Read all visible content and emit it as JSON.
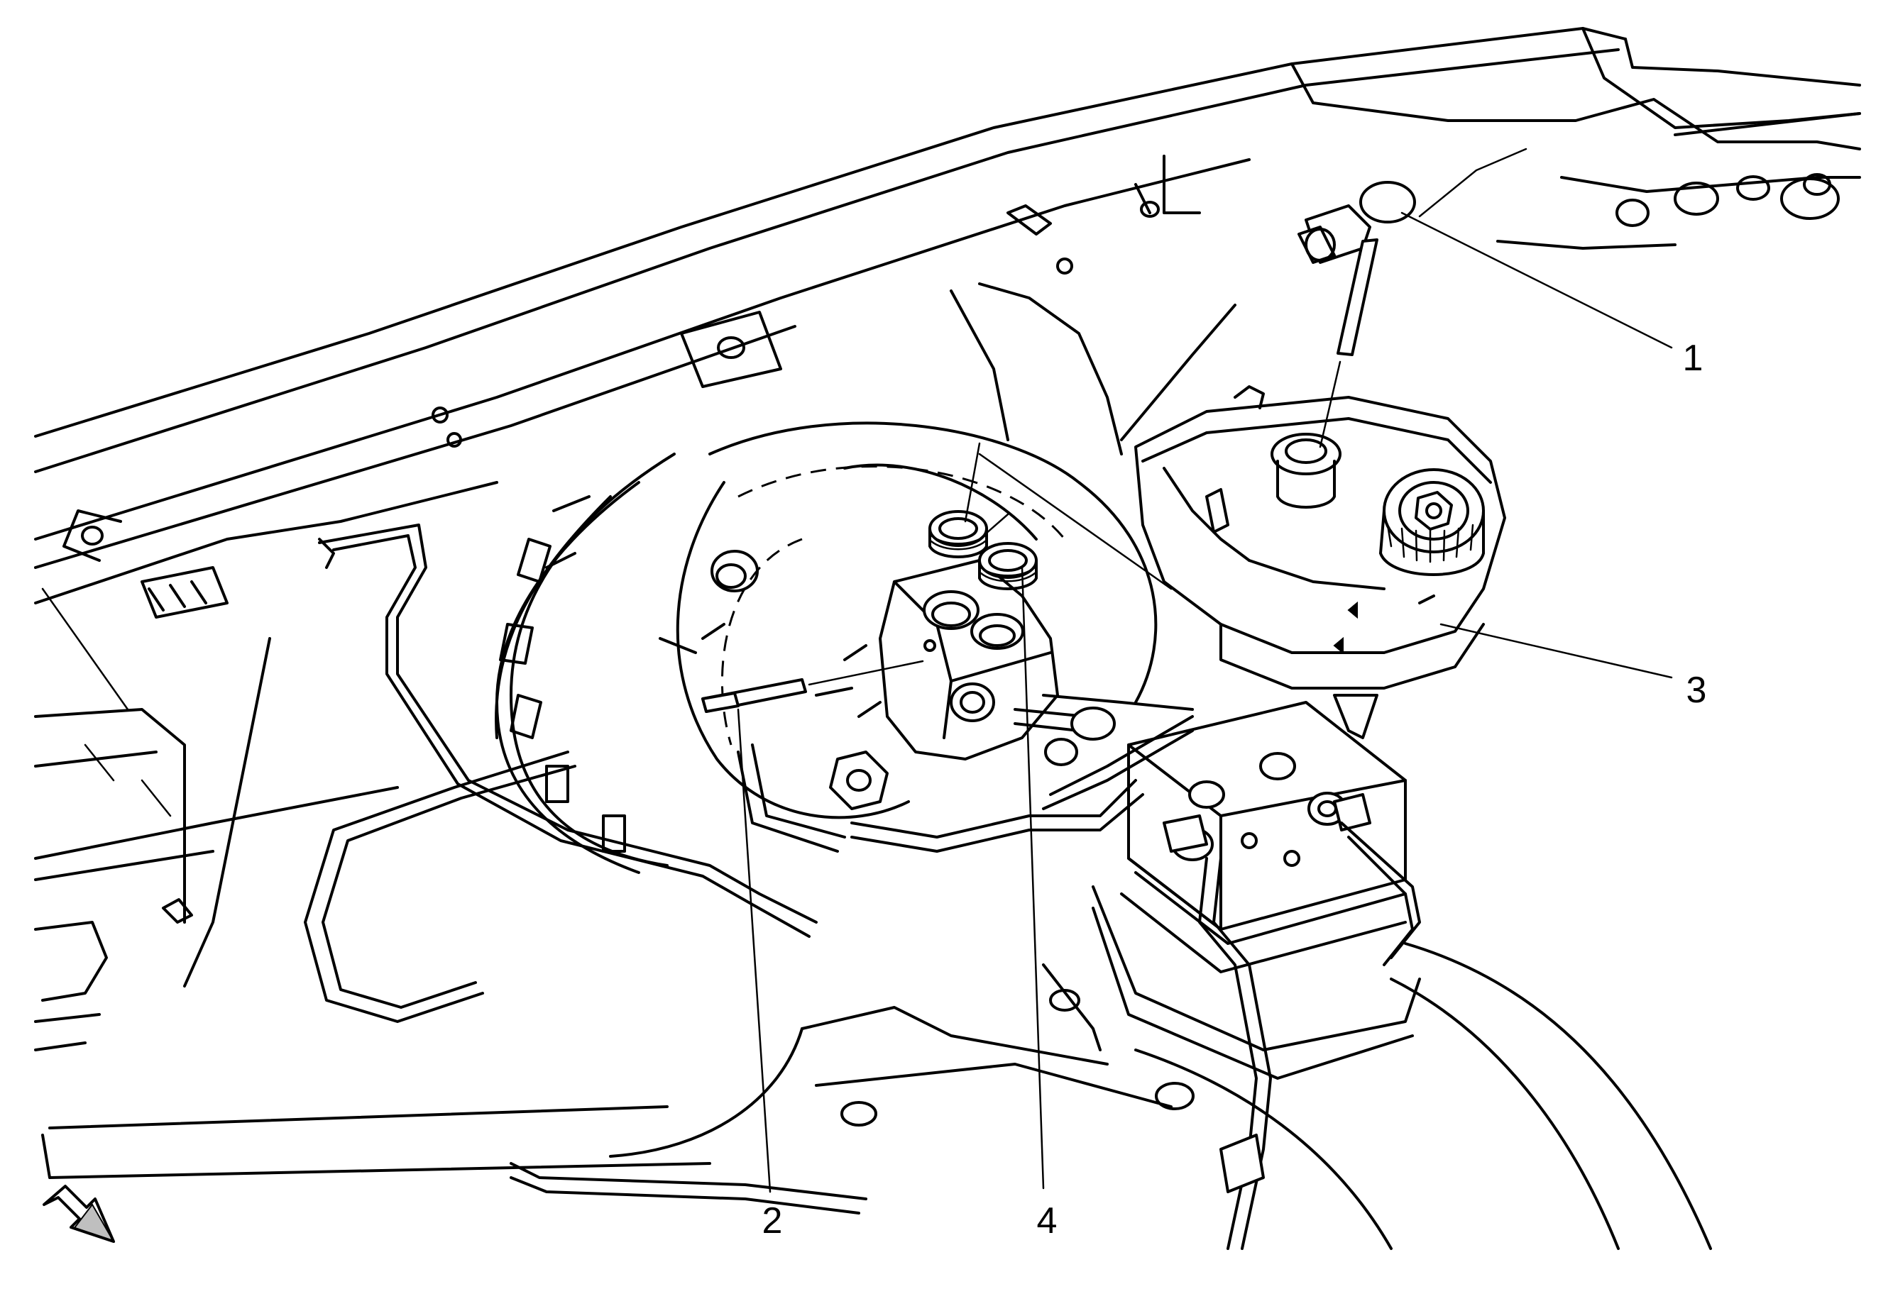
{
  "callouts": [
    {
      "id": "1",
      "label": "1"
    },
    {
      "id": "2",
      "label": "2"
    },
    {
      "id": "3",
      "label": "3"
    },
    {
      "id": "4",
      "label": "4"
    }
  ],
  "view_arrow": {
    "icon": "direction-arrow-icon"
  }
}
